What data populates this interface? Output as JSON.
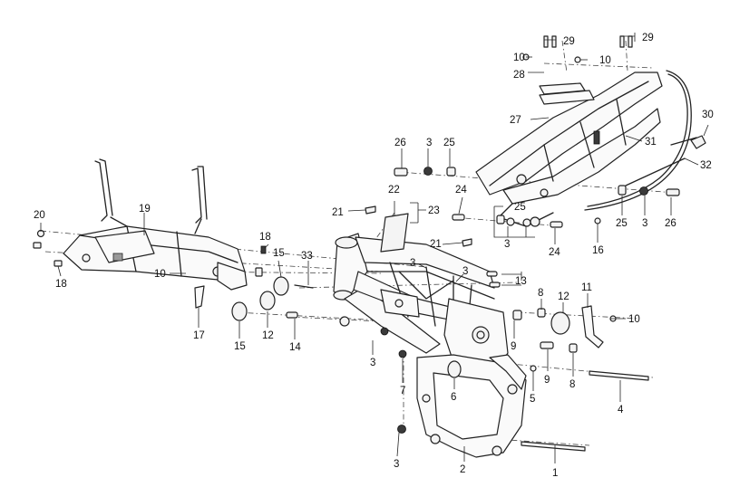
{
  "diagram": {
    "part_numbers": [
      "1",
      "2",
      "3",
      "3",
      "3",
      "3",
      "3",
      "3",
      "3",
      "4",
      "5",
      "6",
      "7",
      "8",
      "8",
      "9",
      "9",
      "10",
      "10",
      "10",
      "10",
      "11",
      "12",
      "12",
      "13",
      "14",
      "15",
      "15",
      "16",
      "17",
      "18",
      "18",
      "19",
      "20",
      "21",
      "21",
      "22",
      "23",
      "24",
      "24",
      "25",
      "25",
      "25",
      "26",
      "26",
      "27",
      "28",
      "29",
      "29",
      "30",
      "31",
      "32",
      "33"
    ]
  }
}
